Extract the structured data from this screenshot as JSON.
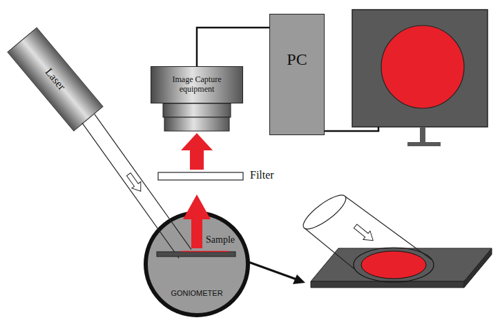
{
  "diagram": {
    "nodes": [
      {
        "text": [
          "Laser"
        ]
      },
      {
        "text": [
          "Image Capture equipment"
        ]
      },
      {
        "text": [
          "PC"
        ]
      },
      {
        "text": [
          "Sample",
          "GONIOMETER"
        ]
      }
    ],
    "edges": [
      {
        "from": 1,
        "to": 2,
        "arrow": "none"
      }
    ],
    "labels": [
      "Filter"
    ]
  }
}
